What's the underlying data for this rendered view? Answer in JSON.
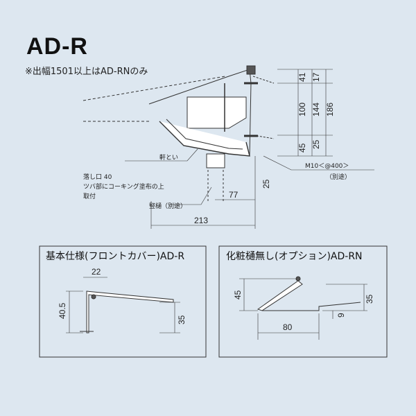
{
  "title": "AD-R",
  "note": "※出幅1501以上はAD-RNのみ",
  "main": {
    "dims_right": [
      "41",
      "17",
      "100",
      "144",
      "186",
      "45",
      "25"
    ],
    "dim_25": "25",
    "dim_77": "77",
    "dim_213": "213",
    "label_gutter": "軒とい",
    "label_drop": "落し口 40",
    "label_caulk_1": "ツバ部にコーキング塗布の上",
    "label_caulk_2": "取付",
    "label_downspout": "竪樋（別途）",
    "label_bolt": "M10＜@400＞",
    "label_bolt_sub": "（別途）"
  },
  "box_left": {
    "title": "基本仕様(フロントカバー)AD-R",
    "dim_top": "22",
    "dim_left": "40.5",
    "dim_right": "35"
  },
  "box_right": {
    "title": "化粧樋無し(オプション)AD-RN",
    "dim_left": "45",
    "dim_right": "35",
    "dim_small": "9",
    "dim_bottom": "80"
  }
}
